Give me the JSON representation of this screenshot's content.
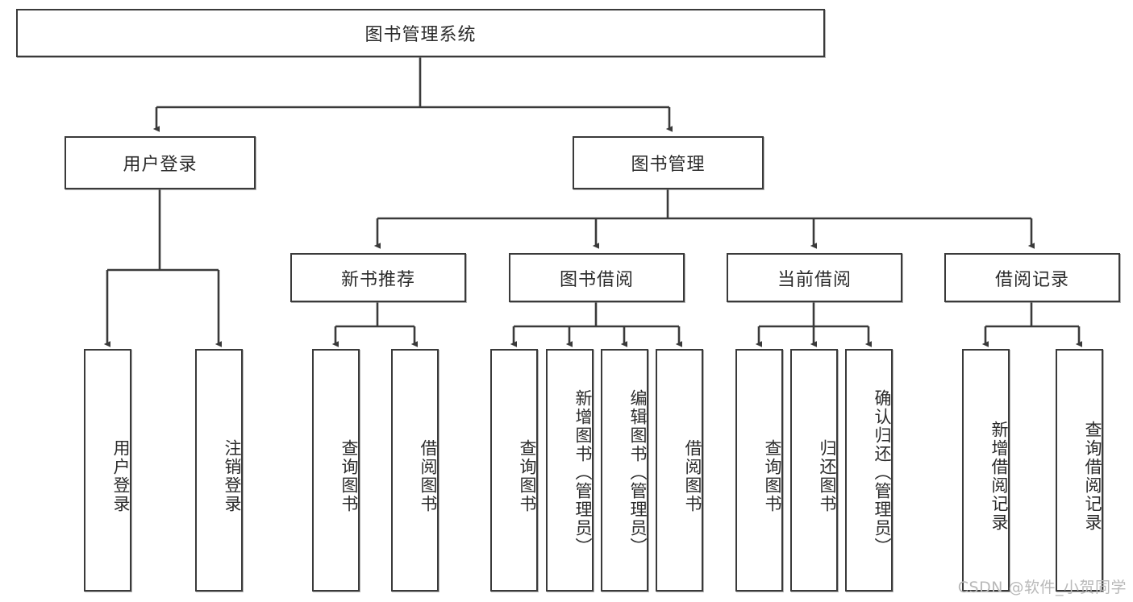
{
  "diagram": {
    "title": "图书管理系统",
    "watermark": "CSDN @软件_小贺同学",
    "line_color": "#3a3a3a",
    "box_fill": "#ffffff",
    "text_color": "#2b2b2b",
    "root": {
      "label": "图书管理系统"
    },
    "level2": [
      {
        "label": "用户登录"
      },
      {
        "label": "图书管理"
      }
    ],
    "level3": [
      {
        "label": "新书推荐"
      },
      {
        "label": "图书借阅"
      },
      {
        "label": "当前借阅"
      },
      {
        "label": "借阅记录"
      }
    ],
    "leaves": {
      "user_login": [
        {
          "label": "用户登录"
        },
        {
          "label": "注销登录"
        }
      ],
      "new_book_recommend": [
        {
          "label": "查询图书"
        },
        {
          "label": "借阅图书"
        }
      ],
      "book_borrow": [
        {
          "label": "查询图书"
        },
        {
          "label": "新增图书（管理员）"
        },
        {
          "label": "编辑图书（管理员）"
        },
        {
          "label": "借阅图书"
        }
      ],
      "current_borrow": [
        {
          "label": "查询图书"
        },
        {
          "label": "归还图书"
        },
        {
          "label": "确认归还（管理员）"
        }
      ],
      "borrow_record": [
        {
          "label": "新增借阅记录"
        },
        {
          "label": "查询借阅记录"
        }
      ]
    }
  }
}
